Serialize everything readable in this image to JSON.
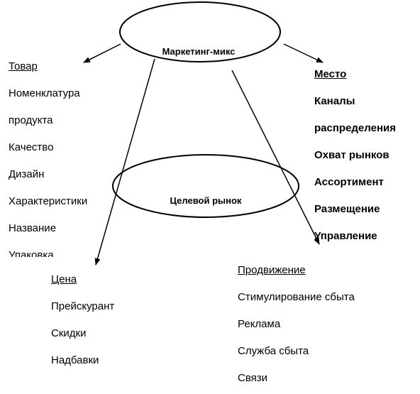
{
  "center_top": {
    "label": "Маркетинг-микс"
  },
  "center_bottom": {
    "label": "Целевой рынок"
  },
  "product": {
    "heading": "Товар",
    "items": [
      "Номенклатура",
      "продукта",
      "Качество",
      "Дизайн",
      "Характеристики",
      "Название",
      "Упаковка"
    ]
  },
  "place": {
    "heading": "Место",
    "items": [
      "Каналы",
      "распределения",
      "Охват рынков",
      "Ассортимент",
      "Размещение",
      "Управление"
    ]
  },
  "price": {
    "heading": "Цена",
    "items": [
      "Прейскурант",
      "Скидки",
      "Надбавки"
    ]
  },
  "promotion": {
    "heading": "Продвижение",
    "items": [
      "Стимулирование сбыта",
      "Реклама",
      "Служба сбыта",
      "Связи"
    ]
  }
}
